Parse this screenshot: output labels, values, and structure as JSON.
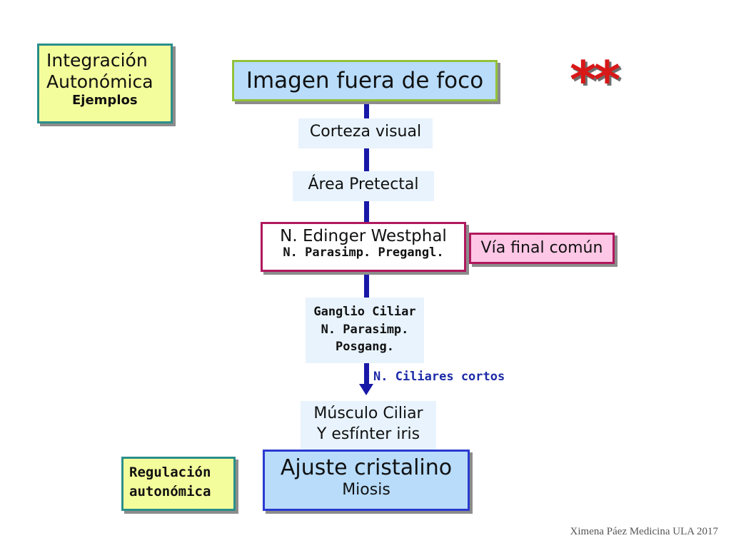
{
  "integracion_box": {
    "line1": "Integración",
    "line2": "Autonómica",
    "line3": "Ejemplos"
  },
  "title": "Imagen fuera de foco",
  "stars": "**",
  "steps": {
    "corteza": "Corteza visual",
    "area": "Área Pretectal",
    "edinger_line1": "N. Edinger Westphal",
    "edinger_line2": "N. Parasimp. Pregangl.",
    "via_final": "Vía final común",
    "ganglio_line1": "Ganglio Ciliar",
    "ganglio_line2": "N. Parasimp.",
    "ganglio_line3": "Posgang.",
    "nervios": "N. Ciliares cortos",
    "musculo_line1": "Músculo Ciliar",
    "musculo_line2": "Y esfínter iris"
  },
  "ajuste": {
    "line1": "Ajuste cristalino",
    "line2": "Miosis"
  },
  "regulacion": {
    "line1": "Regulación",
    "line2": "autonómica"
  },
  "credit": "Ximena Páez Medicina ULA 2017",
  "colors": {
    "flow_line": "#1818a8",
    "stars": "#d81818",
    "yellow_box": "#f4fd9b",
    "blue_box": "#b8dcfa",
    "pink_box": "#ffc7e6"
  }
}
